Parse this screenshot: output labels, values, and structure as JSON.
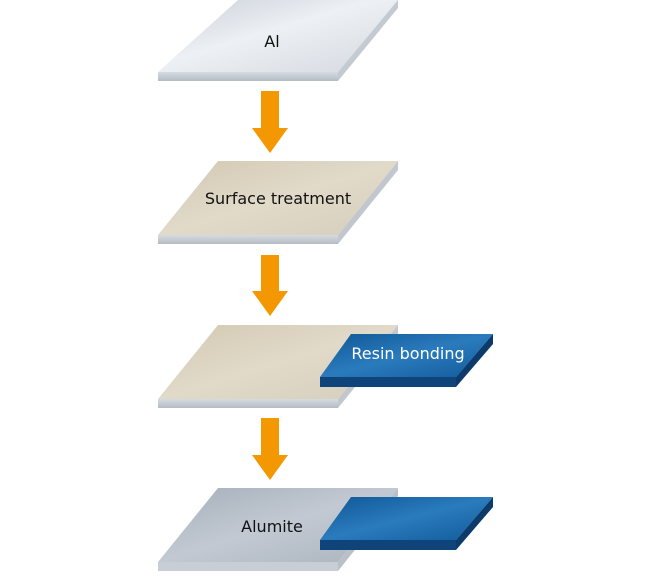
{
  "steps": [
    {
      "label": "Al",
      "plate": "metal"
    },
    {
      "label": "Surface treatment",
      "plate": "treated"
    },
    {
      "label": "",
      "plate": "treated",
      "overlay_label": "Resin bonding"
    },
    {
      "label": "Alumite",
      "plate": "alumite",
      "overlay_label": ""
    }
  ],
  "colors": {
    "arrow": "#f39800",
    "metal_top": "#dde2ea",
    "metal_edge": "#b7bec8",
    "treated_top": "#d9d1bf",
    "treated_edge": "#b8bcc2",
    "alumite_top": "#b3bcc6",
    "alumite_edge": "#c6ccd3",
    "resin_top": "#1a64a2",
    "resin_edge": "#0c3f73",
    "label_dark": "#111111",
    "label_light": "#ffffff"
  }
}
